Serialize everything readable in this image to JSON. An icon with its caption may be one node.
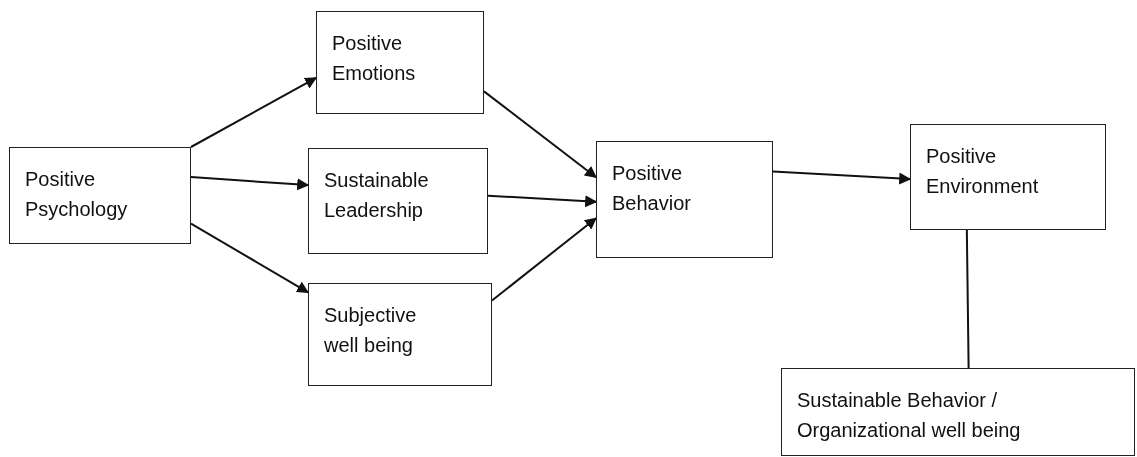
{
  "diagram": {
    "nodes": [
      {
        "text": [
          "Positive Psychology"
        ]
      },
      {
        "text": [
          "Positive Emotions"
        ]
      },
      {
        "text": [
          "Sustainable Leadership"
        ]
      },
      {
        "text": [
          "Subjective well being"
        ]
      },
      {
        "text": [
          "Positive Behavior"
        ]
      },
      {
        "text": [
          "Positive Environment"
        ]
      },
      {
        "text": [
          "Sustainable Behavior / Organizational well being"
        ]
      }
    ],
    "edges": [
      {
        "from": 0,
        "to": 1,
        "arrow": "to"
      },
      {
        "from": 0,
        "to": 2,
        "arrow": "to"
      },
      {
        "from": 0,
        "to": 3,
        "arrow": "to"
      },
      {
        "from": 1,
        "to": 4,
        "arrow": "to"
      },
      {
        "from": 2,
        "to": 4,
        "arrow": "to"
      },
      {
        "from": 3,
        "to": 4,
        "arrow": "to"
      },
      {
        "from": 4,
        "to": 5,
        "arrow": "to"
      },
      {
        "from": 5,
        "to": 6,
        "arrow": "none"
      }
    ]
  }
}
